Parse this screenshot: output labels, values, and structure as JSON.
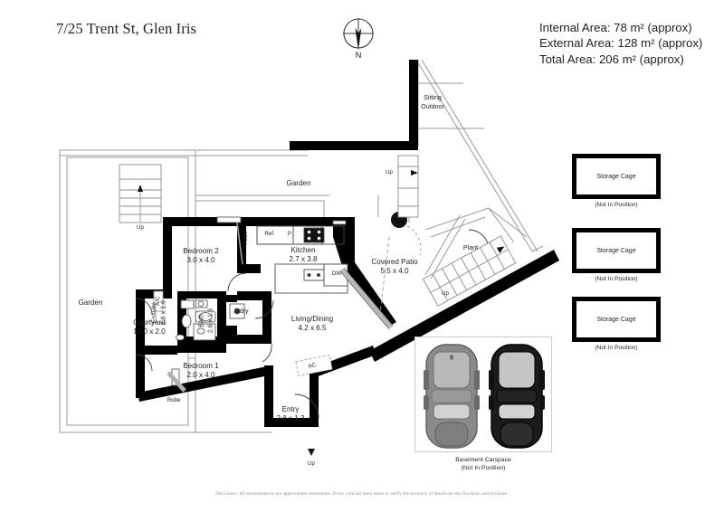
{
  "header": {
    "title": "7/25 Trent St, Glen Iris",
    "areas": [
      "Internal Area: 78 m² (approx)",
      "External Area: 128 m² (approx)",
      "Total Area: 206 m² (approx)"
    ]
  },
  "compass": {
    "north_label": "N"
  },
  "rooms": [
    {
      "name": "bedroom-2",
      "label": "Bedroom 2",
      "dims": "3.0 x 4.0"
    },
    {
      "name": "bedroom-1",
      "label": "Bedroom 1",
      "dims": "2.0 x 4.0"
    },
    {
      "name": "kitchen",
      "label": "Kitchen",
      "dims": "2.7 x 3.8"
    },
    {
      "name": "living-dining",
      "label": "Living/Dining",
      "dims": "4.2 x 6.5"
    },
    {
      "name": "entry",
      "label": "Entry",
      "dims": "2.8 x 1.3"
    },
    {
      "name": "ensuite",
      "label": "Ensuite",
      "dims": "2.6 x 1.6"
    },
    {
      "name": "bath",
      "label": "Bath",
      "dims": "2.6 x 1.6"
    },
    {
      "name": "courtyard",
      "label": "Courtyard",
      "dims": "10.0 x 2.0"
    },
    {
      "name": "covered-patio",
      "label": "Covered Patio",
      "dims": "5.5 x 4.0"
    }
  ],
  "room_text": {
    "bedroom2": "Bedroom 2\n3.0 x 4.0",
    "bedroom1": "Bedroom 1\n2.0 x 4.0",
    "kitchen": "Kitchen\n2.7 x 3.8",
    "living": "Living/Dining\n4.2 x 6.5",
    "entry": "Entry\n2.8 x 1.3",
    "ensuite": "Ensuite\n2.6 x 1.6",
    "bath": "Bath\n2.6 x 1.6",
    "courtyard": "Courtyard\n10.0 x 2.0",
    "patio": "Covered Patio\n5.5 x 4.0",
    "garden_top": "Garden",
    "garden_left": "Garden",
    "sitting_outdoor": "Sitting\nOutdoor",
    "plant": "Plant",
    "laundry": "L'dry",
    "robe_bed2": "Robe",
    "robe_bed1": "Robe",
    "fridge": "Ref.",
    "pantry": "P",
    "dishwasher": "DW",
    "ac_courtyard": "A/C",
    "ac_living": "AC"
  },
  "stairs": [
    {
      "name": "stair-up-left",
      "label": "Up"
    },
    {
      "name": "stair-up-garden",
      "label": "Up"
    },
    {
      "name": "stair-up-plant",
      "label": "Up"
    },
    {
      "name": "stair-up-entry",
      "label": "Up"
    }
  ],
  "stair_labels": {
    "left": "Up",
    "garden": "Up",
    "plant": "Up",
    "entry": "Up"
  },
  "storage_cages": [
    {
      "label": "Storage Cage",
      "caption": "(Not In Position)"
    },
    {
      "label": "Storage Cage",
      "caption": "(Not In Position)"
    },
    {
      "label": "Storage Cage",
      "caption": "(Not In Position)"
    }
  ],
  "carspace": {
    "caption": "Basement Carspace\n(Not In Position)",
    "cars": [
      {
        "name": "car-left",
        "color": "#808080"
      },
      {
        "name": "car-right",
        "color": "#1a1a1a"
      }
    ]
  },
  "disclaimer": "Disclaimer: All measurements are approximate estimations. Every care has been taken to verify the accuracy of details on this floorplan and brochure.",
  "colors": {
    "wall": "#000000",
    "thin_line": "#8c8c8c",
    "text": "#231f20",
    "car_grey": "#808080",
    "car_black": "#1a1a1a",
    "panel_border": "#c9c9c9"
  }
}
